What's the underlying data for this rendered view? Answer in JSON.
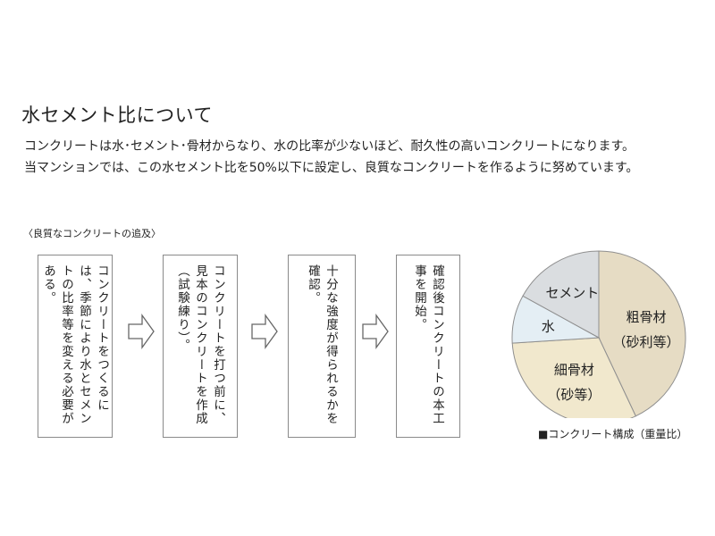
{
  "title": "水セメント比について",
  "intro": {
    "line1": "コンクリートは水･セメント･骨材からなり、水の比率が少ないほど、耐久性の高いコンクリートになります。",
    "line2": "当マンションでは、この水セメント比を50%以下に設定し、良質なコンクリートを作るように努めています。"
  },
  "section_label": "〈良質なコンクリートの追及〉",
  "steps": [
    "コンクリートをつくるには、季節により水とセメントの比率等を変える必要がある。",
    "コンクリートを打つ前に、見本のコンクリートを作成（試験練り）。",
    "十分な強度が得られるかを確認。",
    "確認後コンクリートの本工事を開始。"
  ],
  "chart_data": {
    "type": "pie",
    "slices": [
      {
        "label": "粗骨材",
        "sublabel": "（砂利等）",
        "value": 43,
        "color": "#e6dcc4"
      },
      {
        "label": "細骨材",
        "sublabel": "（砂等）",
        "value": 31,
        "color": "#f1e8cd"
      },
      {
        "label": "水",
        "value": 9,
        "color": "#e4eef4"
      },
      {
        "label": "セメント",
        "value": 17,
        "color": "#dadde0"
      }
    ],
    "legend": "■コンクリート構成（重量比）"
  }
}
